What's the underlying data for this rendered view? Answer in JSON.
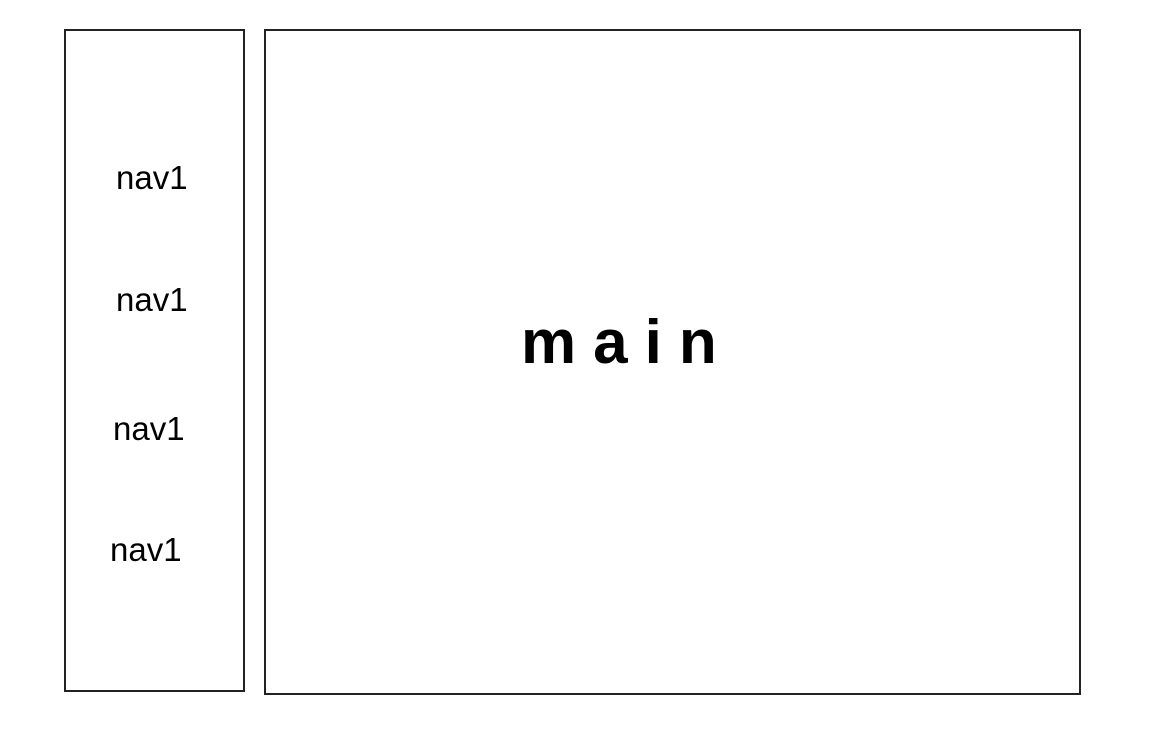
{
  "sidebar": {
    "items": [
      {
        "label": "nav1"
      },
      {
        "label": "nav1"
      },
      {
        "label": "nav1"
      },
      {
        "label": "nav1"
      }
    ]
  },
  "main": {
    "label": "main"
  },
  "colors": {
    "border": "#222222",
    "background": "#ffffff",
    "text": "#000000"
  }
}
